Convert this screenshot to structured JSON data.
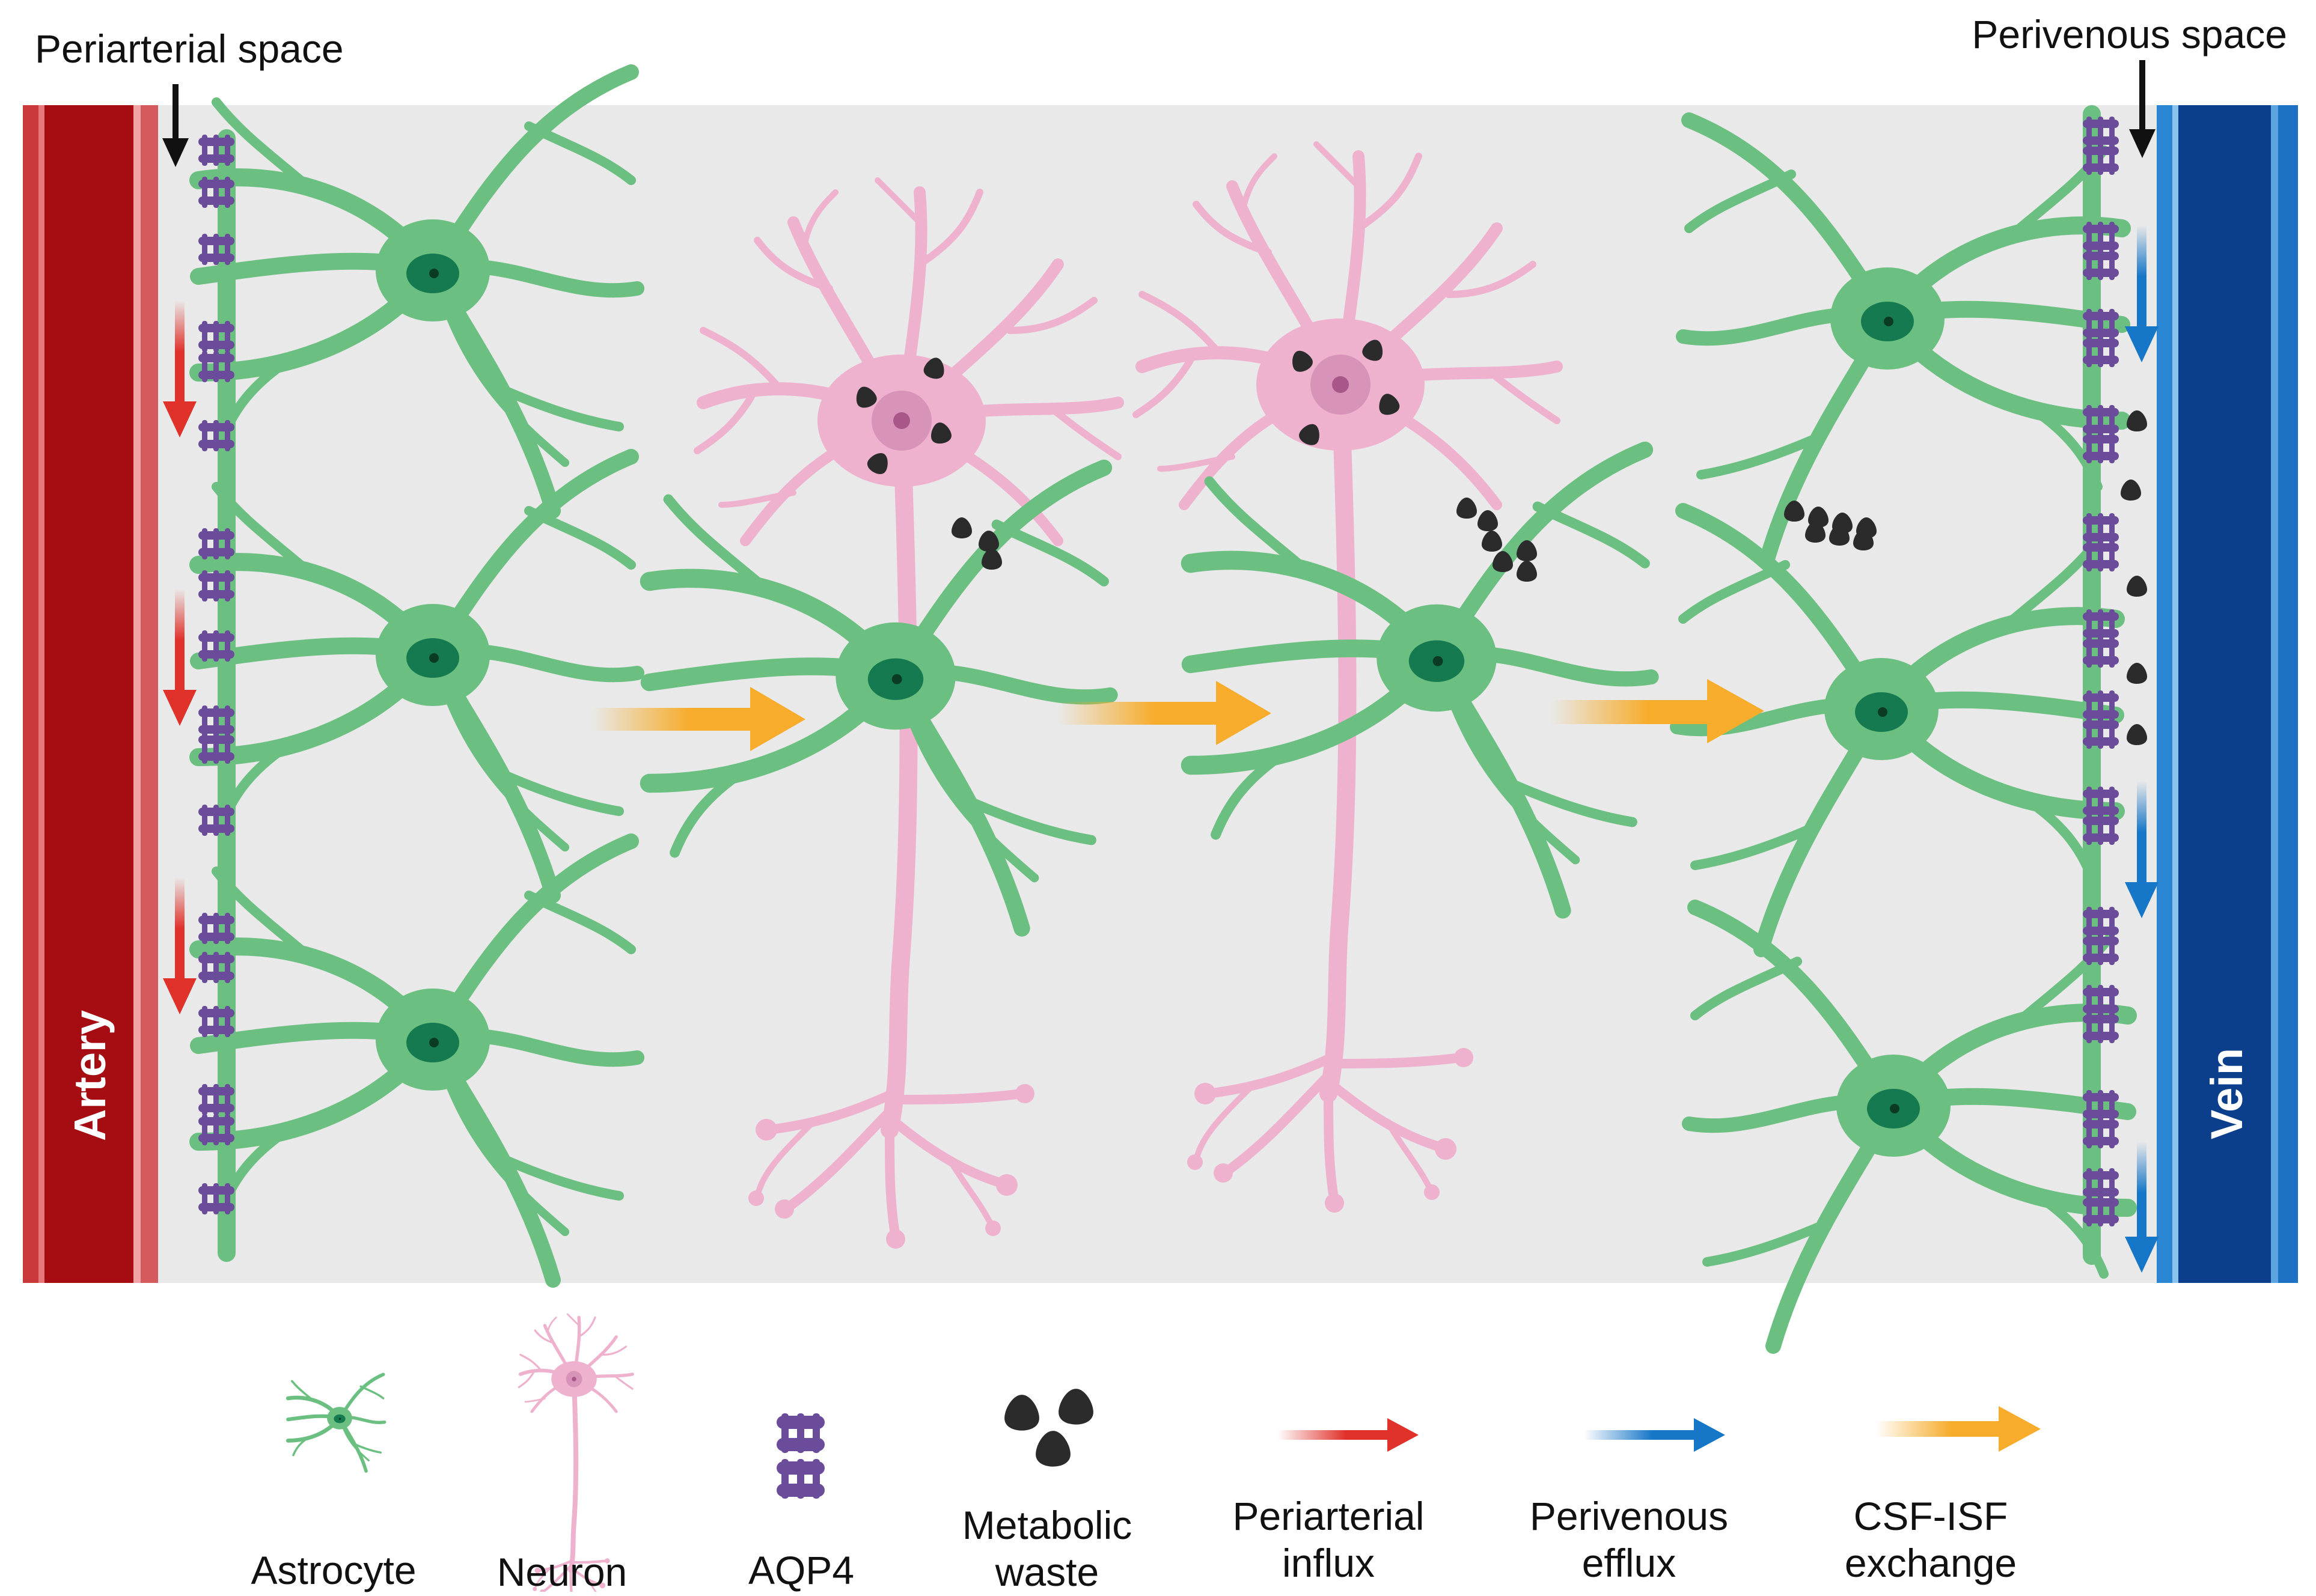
{
  "labels": {
    "periarterial_space": "Periarterial space",
    "perivenous_space": "Perivenous space",
    "artery": "Artery",
    "vein": "Vein"
  },
  "legend": {
    "astrocyte": [
      "Astrocyte"
    ],
    "neuron": [
      "Neuron"
    ],
    "aqp4": [
      "AQP4"
    ],
    "metabolic_waste": [
      "Metabolic",
      "waste"
    ],
    "periarterial_influx": [
      "Periarterial",
      "influx"
    ],
    "perivenous_efflux": [
      "Perivenous",
      "efflux"
    ],
    "csf_isf_exchange": [
      "CSF-ISF",
      "exchange"
    ]
  },
  "colors": {
    "background_panel": "#e9e9e9",
    "artery": "#a50d12",
    "artery_edge": "#c9393c",
    "vein": "#0b3f8c",
    "vein_edge": "#1d72c4",
    "astrocyte": "#6bbf80",
    "astrocyte_nucleus": "#157a4f",
    "neuron": "#eeb2cf",
    "neuron_nucleus": "#c778a4",
    "aqp4": "#6b4c9a",
    "waste": "#2b2b2b",
    "influx_arrow": "#e0322b",
    "efflux_arrow": "#1677c8",
    "exchange_arrow": "#f7ac2b"
  },
  "icons": [
    "astrocyte-icon",
    "neuron-icon",
    "aqp4-icon",
    "metabolic-waste-icon",
    "periarterial-influx-arrow-icon",
    "perivenous-efflux-arrow-icon",
    "csf-isf-exchange-arrow-icon"
  ]
}
